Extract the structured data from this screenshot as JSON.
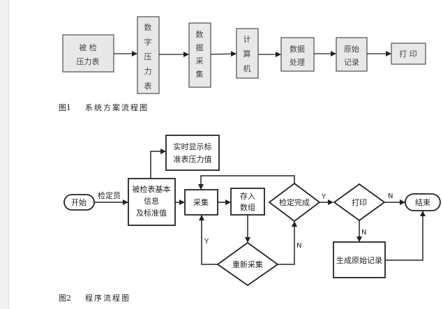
{
  "figure1": {
    "caption_number": "图1",
    "caption_title": "系统方案流程图",
    "nodes": [
      {
        "id": "tested-gauge",
        "lines": [
          "被  检",
          "压力表"
        ]
      },
      {
        "id": "digital-gauge",
        "lines": [
          "数",
          "字",
          "压",
          "力",
          "表"
        ]
      },
      {
        "id": "data-acquisition",
        "lines": [
          "数",
          "据",
          "采",
          "集"
        ]
      },
      {
        "id": "computer",
        "lines": [
          "计",
          "算",
          "机"
        ]
      },
      {
        "id": "data-processing",
        "lines": [
          "数据",
          "处理"
        ]
      },
      {
        "id": "raw-record",
        "lines": [
          "原始",
          "记录"
        ]
      },
      {
        "id": "print",
        "lines": [
          "打  印"
        ]
      }
    ]
  },
  "figure2": {
    "caption_number": "图2",
    "caption_title": "程序流程图",
    "nodes": {
      "start": "开始",
      "basic_info": [
        "被检表基本",
        "信息",
        "及标准值"
      ],
      "realtime_display": [
        "实时显示标",
        "准表压力值"
      ],
      "collect": "采集",
      "store": [
        "存入",
        "数组"
      ],
      "verify_done": "检定完成",
      "print": "打印",
      "end": "结束",
      "recollect": "重新采集",
      "gen_record": "生成原始记录"
    },
    "edge_labels": {
      "inspector": "检定员",
      "verify_yes": "Y",
      "print_no_end": "N",
      "print_no_record": "N",
      "recollect_yes": "Y",
      "recollect_no": "N"
    }
  }
}
